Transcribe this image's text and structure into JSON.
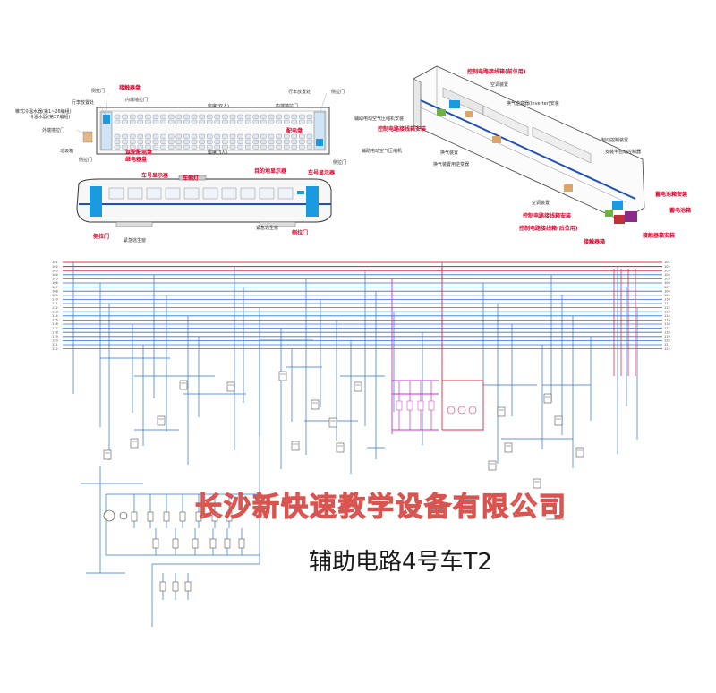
{
  "diagram": {
    "title": "辅助电路4号车T2",
    "watermark": "长沙新快速教学设备有限公司",
    "plan_view": {
      "labels_black": [
        "侧拉门",
        "行李放置处",
        "帷式冷温水器(第1~26编组)",
        "冷温水器(第27编组)",
        "外端墙拉门",
        "垃圾箱",
        "侧拉门",
        "内端墙拉门",
        "座席(双人)",
        "座席(3人)",
        "行李放置处",
        "内端墙拉门",
        "侧拉门",
        "侧拉门"
      ],
      "labels_red": [
        "接触器盘",
        "驾驶配电盘",
        "继电器盘",
        "配电盘"
      ]
    },
    "side_view": {
      "labels_red": [
        "车号显示器",
        "车侧灯",
        "目的地显示器",
        "车号显示器",
        "侧拉门",
        "侧拉门"
      ],
      "labels_black": [
        "紧急逃生窗",
        "紧急逃生窗"
      ]
    },
    "iso_view": {
      "labels_red": [
        "控制电路接线箱(前位用)",
        "控制电路接线箱安装",
        "控制电路接线箱安装",
        "控制电路接线箱(后位用)",
        "接触器箱",
        "接触器箱安装",
        "蓄电池箱安装",
        "蓄电池箱"
      ],
      "labels_black": [
        "空调装置",
        "换气逆变器(Inverter)安装",
        "辅助电动空气压缩机安装",
        "辅助电动空气压缩机",
        "换气装置",
        "换气装置用逆变器",
        "制动控制装置",
        "安装半自动控制器",
        "空调装置"
      ]
    },
    "bus_labels_left": [
      "101",
      "102",
      "103",
      "104",
      "105",
      "106",
      "107",
      "108",
      "109",
      "110",
      "111",
      "112",
      "113",
      "114",
      "115",
      "116",
      "117",
      "118",
      "119",
      "120",
      "121",
      "122"
    ],
    "bus_labels_right": [
      "101",
      "102",
      "103",
      "104",
      "105",
      "106",
      "107",
      "108",
      "109",
      "110",
      "111",
      "112",
      "113",
      "114",
      "115",
      "116",
      "117",
      "118",
      "119",
      "120",
      "121",
      "122"
    ],
    "colors": {
      "red_bus": "#e0304a",
      "blue_wire": "#2b73d6",
      "magenta_wire": "#c433c4",
      "red_wire": "#e0304a",
      "highlight_box": "#1a9be0",
      "contactor_box": "#8a2a8a"
    }
  }
}
